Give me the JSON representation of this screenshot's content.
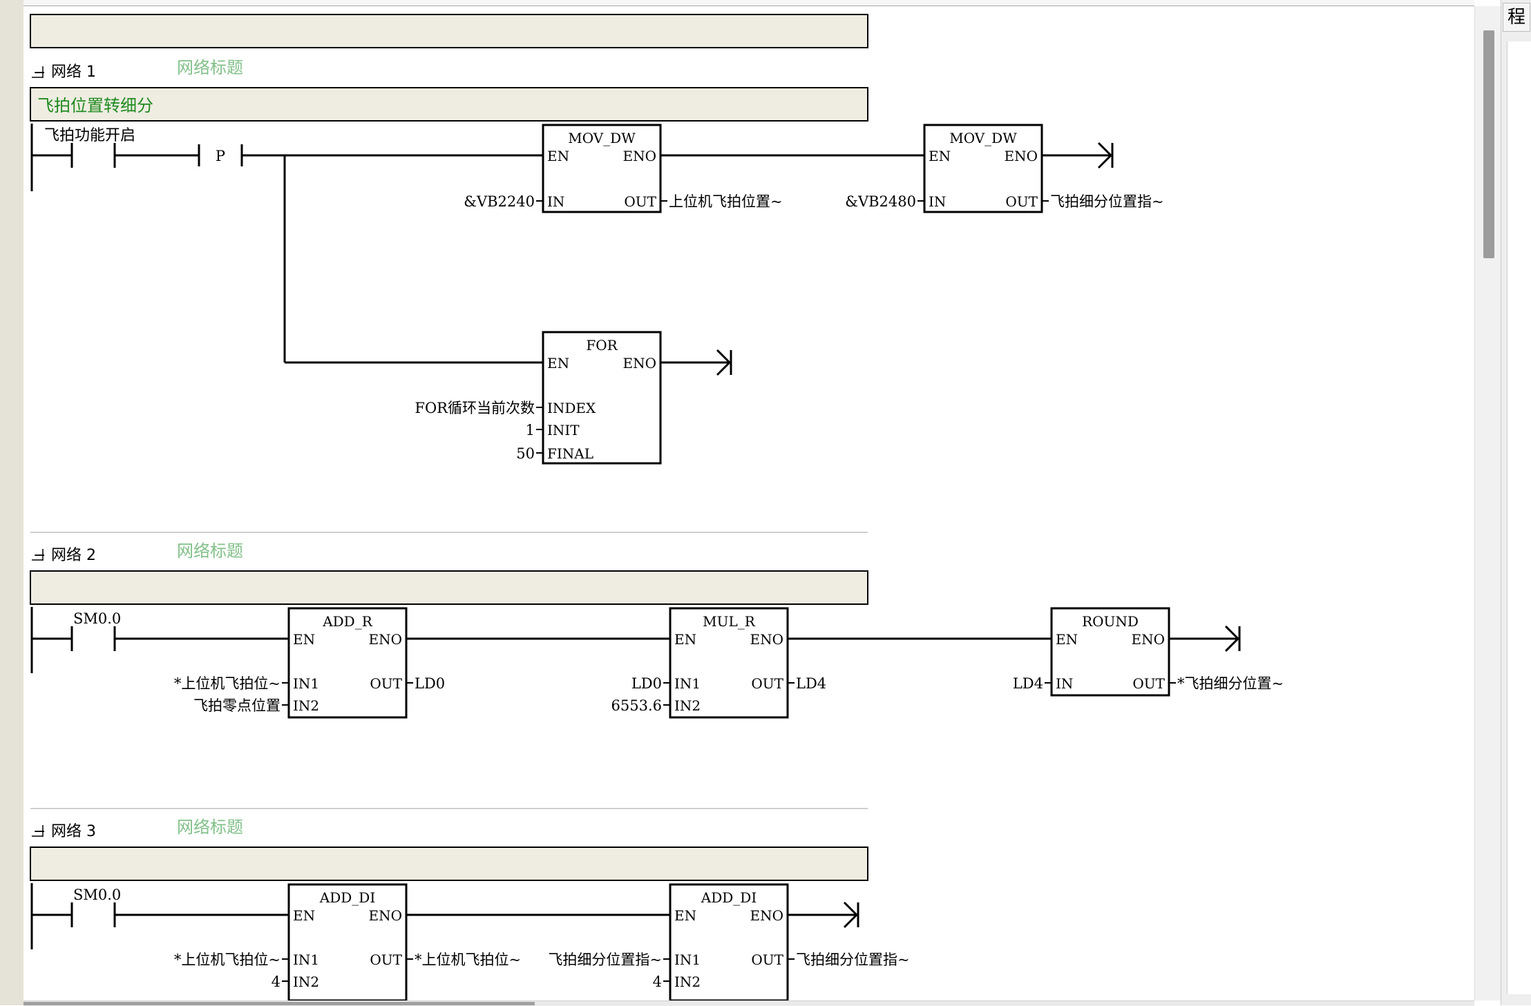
{
  "networks": [
    {
      "label": "网络 1",
      "title": "网络标题",
      "comment": "飞拍位置转细分"
    },
    {
      "label": "网络 2",
      "title": "网络标题",
      "comment": ""
    },
    {
      "label": "网络 3",
      "title": "网络标题",
      "comment": ""
    }
  ],
  "collapse_glyph": "−",
  "net1": {
    "contact_label": "飞拍功能开启",
    "pulse_label": "P",
    "mov1": {
      "name": "MOV_DW",
      "en": "EN",
      "eno": "ENO",
      "in_pin": "IN",
      "out_pin": "OUT",
      "in_val": "&VB2240",
      "out_val": "上位机飞拍位置~"
    },
    "mov2": {
      "name": "MOV_DW",
      "en": "EN",
      "eno": "ENO",
      "in_pin": "IN",
      "out_pin": "OUT",
      "in_val": "&VB2480",
      "out_val": "飞拍细分位置指~"
    },
    "for": {
      "name": "FOR",
      "en": "EN",
      "eno": "ENO",
      "index_pin": "INDEX",
      "init_pin": "INIT",
      "final_pin": "FINAL",
      "index_val": "FOR循环当前次数",
      "init_val": "1",
      "final_val": "50"
    }
  },
  "net2": {
    "contact_label": "SM0.0",
    "add_r": {
      "name": "ADD_R",
      "en": "EN",
      "eno": "ENO",
      "in1_pin": "IN1",
      "in2_pin": "IN2",
      "out_pin": "OUT",
      "in1_val": "*上位机飞拍位~",
      "in2_val": "飞拍零点位置",
      "out_val": "LD0"
    },
    "mul_r": {
      "name": "MUL_R",
      "en": "EN",
      "eno": "ENO",
      "in1_pin": "IN1",
      "in2_pin": "IN2",
      "out_pin": "OUT",
      "in1_val": "LD0",
      "in2_val": "6553.6",
      "out_val": "LD4"
    },
    "round": {
      "name": "ROUND",
      "en": "EN",
      "eno": "ENO",
      "in_pin": "IN",
      "out_pin": "OUT",
      "in_val": "LD4",
      "out_val": "*飞拍细分位置~"
    }
  },
  "net3": {
    "contact_label": "SM0.0",
    "add1": {
      "name": "ADD_DI",
      "en": "EN",
      "eno": "ENO",
      "in1_pin": "IN1",
      "in2_pin": "IN2",
      "out_pin": "OUT",
      "in1_val": "*上位机飞拍位~",
      "in2_val": "4",
      "out_val": "*上位机飞拍位~"
    },
    "add2": {
      "name": "ADD_DI",
      "en": "EN",
      "eno": "ENO",
      "in1_pin": "IN1",
      "in2_pin": "IN2",
      "out_pin": "OUT",
      "in1_val": "飞拍细分位置指~",
      "in2_val": "4",
      "out_val": "飞拍细分位置指~"
    }
  },
  "side_panel": {
    "tab_label": "程"
  },
  "colors": {
    "comment_bg": "#efede2",
    "title_green": "#82c089",
    "comment_green": "#1f8a1f",
    "gutter": "#e5e3d8"
  }
}
